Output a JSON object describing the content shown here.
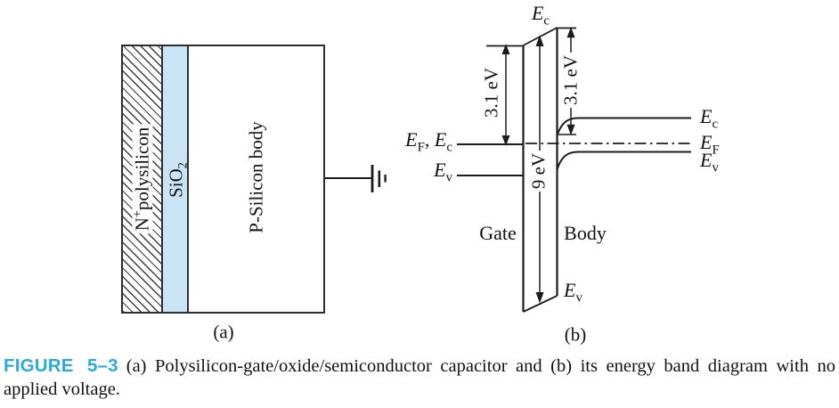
{
  "figure": {
    "caption_label": "FIGURE 5–3",
    "caption_label_color": "#2ba9dc",
    "caption_text": "(a) Polysilicon-gate/oxide/semiconductor capacitor and (b) its energy band diagram with no applied voltage."
  },
  "panel_a": {
    "tag": "(a)",
    "gate_layer": {
      "element": "N",
      "charge_sup": "+",
      "material": "polysilicon"
    },
    "oxide_layer": {
      "formula": "SiO",
      "formula_sub": "2",
      "fill_color": "#c9e5f5"
    },
    "body_layer": {
      "label": "P-Silicon body"
    }
  },
  "panel_b": {
    "tag": "(b)",
    "region_gate": "Gate",
    "region_body": "Body",
    "barrier_left_ev": "3.1 eV",
    "barrier_right_ev": "3.1 eV",
    "oxide_bandgap_ev": "9 eV",
    "line_color": "#1c1c1c",
    "labels": {
      "oxide_ec": {
        "e": "E",
        "sub": "c"
      },
      "oxide_ev": {
        "e": "E",
        "sub": "v"
      },
      "gate_ef_ec": {
        "e1": "E",
        "sub1": "F",
        "comma": ", ",
        "e2": "E",
        "sub2": "c"
      },
      "gate_ev": {
        "e": "E",
        "sub": "v"
      },
      "body_ec": {
        "e": "E",
        "sub": "c"
      },
      "body_ef": {
        "e": "E",
        "sub": "F"
      },
      "body_ev": {
        "e": "E",
        "sub": "v"
      }
    }
  }
}
